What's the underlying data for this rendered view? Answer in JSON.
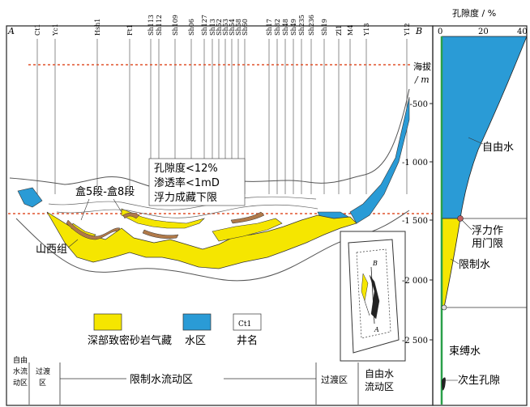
{
  "section": {
    "start_label": "A",
    "end_label": "B",
    "wells": [
      "Ct1",
      "Yc1",
      "Hsh1",
      "Ft1",
      "Sh113",
      "Sh112",
      "Sh109",
      "Sh06",
      "Sh127",
      "Sh13",
      "Sh52",
      "Sh53",
      "Sh54",
      "Sh58",
      "Sh60",
      "Sh17",
      "Sh82",
      "Sh48",
      "Sh49",
      "Sh235",
      "Sh236",
      "Sh19",
      "Zl1",
      "M4",
      "Y13",
      "Y12"
    ],
    "elevation_label_line1": "海拔",
    "elevation_label_line2": "/ m",
    "elevation_ticks": [
      "-500",
      "-1 000",
      "-1 500",
      "-2 000",
      "-2 500"
    ],
    "annotation_lines": [
      "孔隙度<12%",
      "渗透率<1mD",
      "浮力成藏下限"
    ],
    "formation_label_box8": "盒5段-盒8段",
    "formation_label_shanxi": "山西组",
    "inset_labels": [
      "B",
      "A"
    ]
  },
  "porosity": {
    "title": "孔隙度 / %",
    "ticks": [
      "0",
      "20",
      "40"
    ],
    "zone_labels": {
      "free_water": "自由水",
      "buoyancy_line1": "浮力作",
      "buoyancy_line2": "用门限",
      "restricted_water": "限制水",
      "bound_water": "束缚水",
      "secondary_pores": "次生孔隙"
    }
  },
  "legend": {
    "items": [
      {
        "label": "深部致密砂岩气藏",
        "color": "#f5e600"
      },
      {
        "label": "水区",
        "color": "#2a9bd6"
      },
      {
        "label": "井名",
        "sample": "Ct1"
      }
    ]
  },
  "zones": {
    "left_line1": "自由",
    "left_line2": "水流",
    "left_line3": "动区",
    "transition_left_line1": "过渡",
    "transition_left_line2": "区",
    "main": "限制水流动区",
    "transition_right": "过渡区",
    "right_line1": "自由水",
    "right_line2": "流动区"
  },
  "colors": {
    "gas": "#f5e600",
    "water": "#2a9bd6",
    "brown": "#b07a4a",
    "dashed_red": "#e0522b"
  }
}
